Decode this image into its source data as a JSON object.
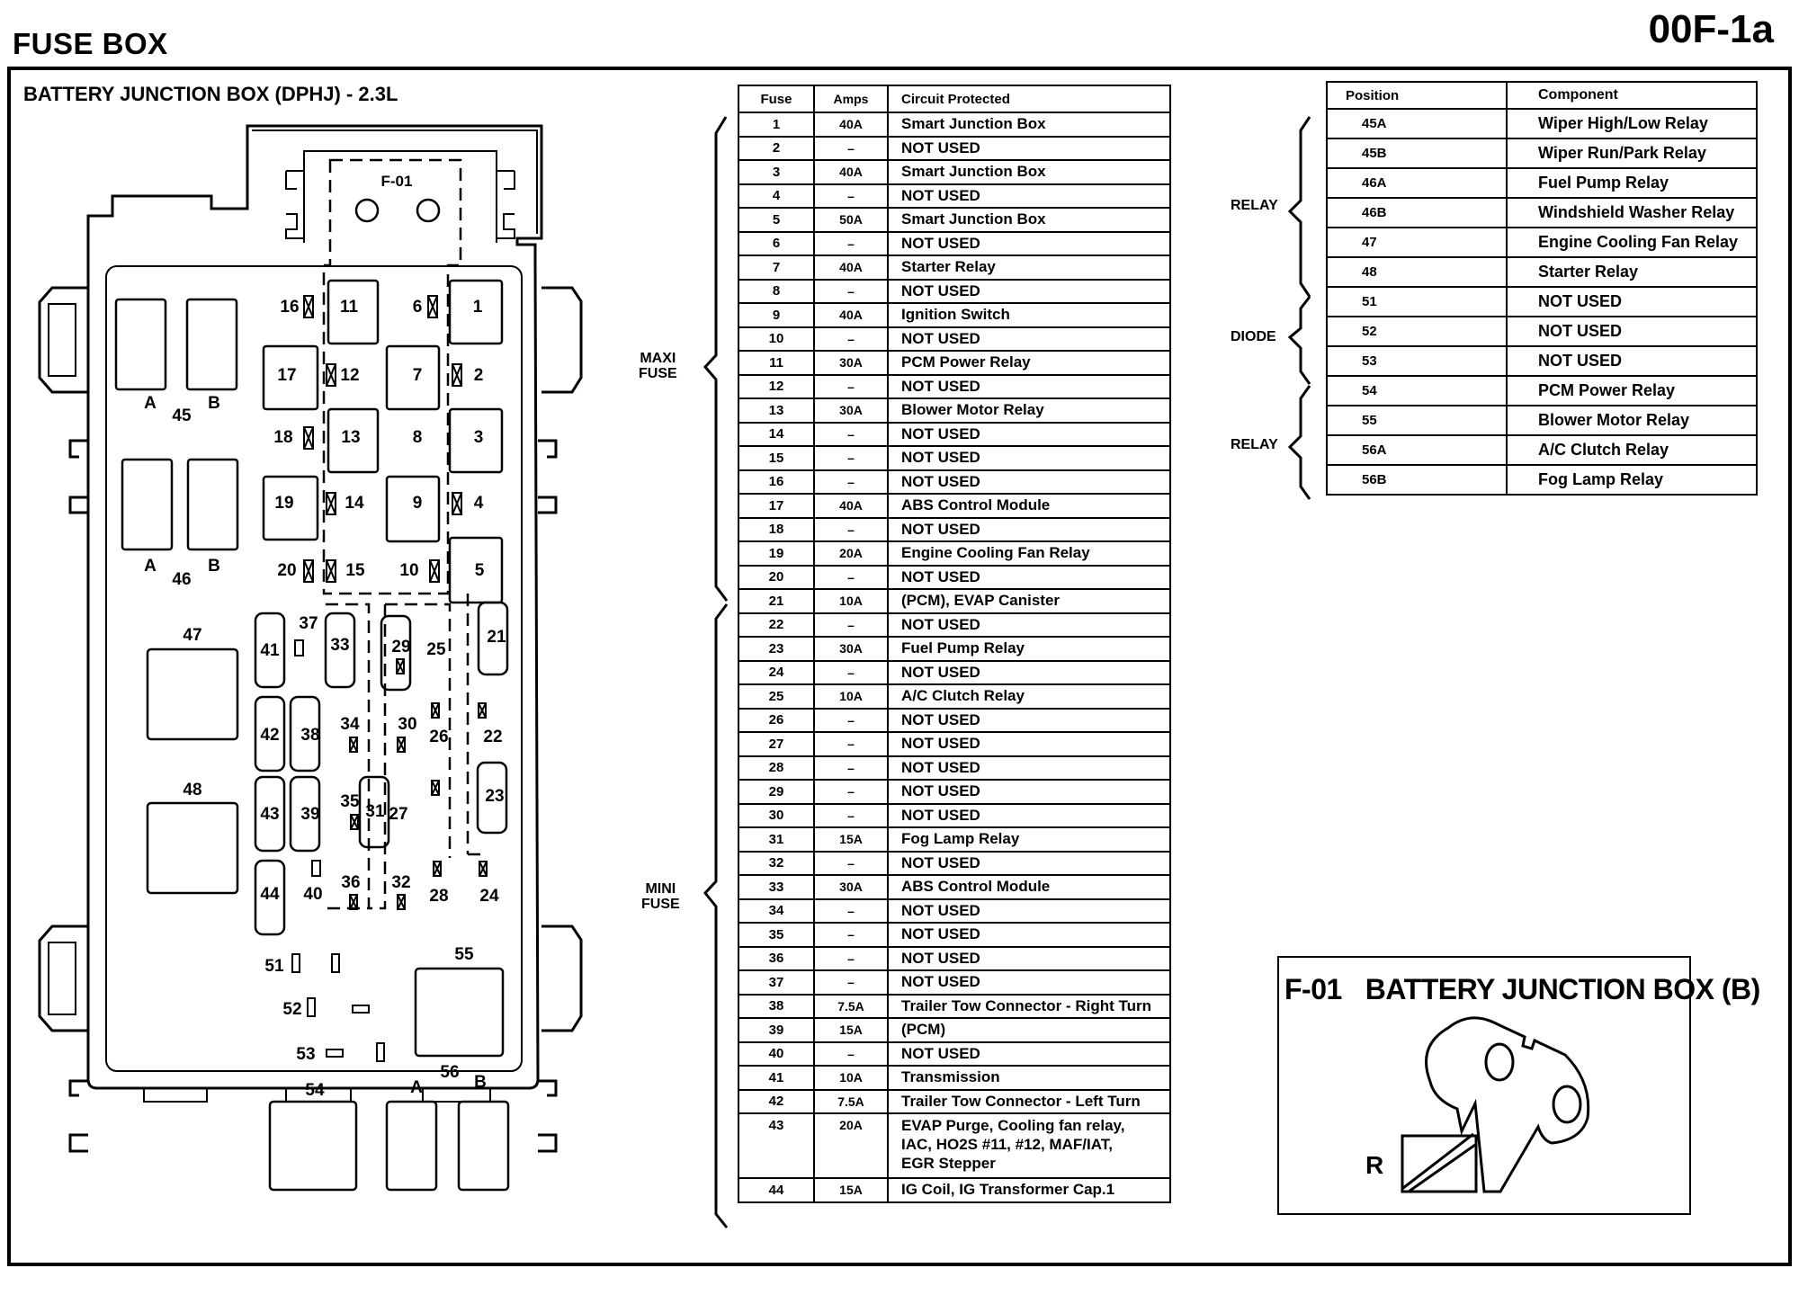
{
  "header": {
    "title": "FUSE BOX",
    "code": "00F-1a",
    "subtitle": "BATTERY JUNCTION BOX (DPHJ) - 2.3L"
  },
  "fuse_table": {
    "headers": [
      "Fuse",
      "Amps",
      "Circuit Protected"
    ],
    "rows": [
      {
        "fuse": "1",
        "amps": "40A",
        "circuit": "Smart Junction Box"
      },
      {
        "fuse": "2",
        "amps": "–",
        "circuit": "NOT USED"
      },
      {
        "fuse": "3",
        "amps": "40A",
        "circuit": "Smart Junction Box"
      },
      {
        "fuse": "4",
        "amps": "–",
        "circuit": "NOT USED"
      },
      {
        "fuse": "5",
        "amps": "50A",
        "circuit": "Smart Junction Box"
      },
      {
        "fuse": "6",
        "amps": "–",
        "circuit": "NOT USED"
      },
      {
        "fuse": "7",
        "amps": "40A",
        "circuit": "Starter Relay"
      },
      {
        "fuse": "8",
        "amps": "–",
        "circuit": "NOT USED"
      },
      {
        "fuse": "9",
        "amps": "40A",
        "circuit": "Ignition Switch"
      },
      {
        "fuse": "10",
        "amps": "–",
        "circuit": "NOT USED"
      },
      {
        "fuse": "11",
        "amps": "30A",
        "circuit": "PCM Power Relay"
      },
      {
        "fuse": "12",
        "amps": "–",
        "circuit": "NOT USED"
      },
      {
        "fuse": "13",
        "amps": "30A",
        "circuit": "Blower Motor Relay"
      },
      {
        "fuse": "14",
        "amps": "–",
        "circuit": "NOT USED"
      },
      {
        "fuse": "15",
        "amps": "–",
        "circuit": "NOT USED"
      },
      {
        "fuse": "16",
        "amps": "–",
        "circuit": "NOT USED"
      },
      {
        "fuse": "17",
        "amps": "40A",
        "circuit": "ABS Control Module"
      },
      {
        "fuse": "18",
        "amps": "–",
        "circuit": "NOT USED"
      },
      {
        "fuse": "19",
        "amps": "20A",
        "circuit": "Engine Cooling Fan Relay"
      },
      {
        "fuse": "20",
        "amps": "–",
        "circuit": "NOT USED"
      },
      {
        "fuse": "21",
        "amps": "10A",
        "circuit": "(PCM), EVAP Canister"
      },
      {
        "fuse": "22",
        "amps": "–",
        "circuit": "NOT USED"
      },
      {
        "fuse": "23",
        "amps": "30A",
        "circuit": "Fuel Pump Relay"
      },
      {
        "fuse": "24",
        "amps": "–",
        "circuit": "NOT USED"
      },
      {
        "fuse": "25",
        "amps": "10A",
        "circuit": "A/C Clutch Relay"
      },
      {
        "fuse": "26",
        "amps": "–",
        "circuit": "NOT USED"
      },
      {
        "fuse": "27",
        "amps": "–",
        "circuit": "NOT USED"
      },
      {
        "fuse": "28",
        "amps": "–",
        "circuit": "NOT USED"
      },
      {
        "fuse": "29",
        "amps": "–",
        "circuit": "NOT USED"
      },
      {
        "fuse": "30",
        "amps": "–",
        "circuit": "NOT USED"
      },
      {
        "fuse": "31",
        "amps": "15A",
        "circuit": "Fog Lamp Relay"
      },
      {
        "fuse": "32",
        "amps": "–",
        "circuit": "NOT USED"
      },
      {
        "fuse": "33",
        "amps": "30A",
        "circuit": "ABS Control Module"
      },
      {
        "fuse": "34",
        "amps": "–",
        "circuit": "NOT USED"
      },
      {
        "fuse": "35",
        "amps": "–",
        "circuit": "NOT USED"
      },
      {
        "fuse": "36",
        "amps": "–",
        "circuit": "NOT USED"
      },
      {
        "fuse": "37",
        "amps": "–",
        "circuit": "NOT USED"
      },
      {
        "fuse": "38",
        "amps": "7.5A",
        "circuit": "Trailer Tow Connector - Right Turn"
      },
      {
        "fuse": "39",
        "amps": "15A",
        "circuit": "(PCM)"
      },
      {
        "fuse": "40",
        "amps": "–",
        "circuit": "NOT USED"
      },
      {
        "fuse": "41",
        "amps": "10A",
        "circuit": "Transmission"
      },
      {
        "fuse": "42",
        "amps": "7.5A",
        "circuit": "Trailer Tow Connector - Left Turn"
      },
      {
        "fuse": "43",
        "amps": "20A",
        "circuit": "EVAP Purge, Cooling fan relay,\nIAC, HO2S #11, #12, MAF/IAT,\nEGR Stepper"
      },
      {
        "fuse": "44",
        "amps": "15A",
        "circuit": "IG Coil, IG Transformer Cap.1"
      }
    ],
    "groups": [
      {
        "label": "MAXI\nFUSE",
        "from": "1",
        "to": "20"
      },
      {
        "label": "MINI\nFUSE",
        "from": "21",
        "to": "44"
      }
    ]
  },
  "relay_table": {
    "headers": [
      "Position",
      "Component"
    ],
    "rows": [
      {
        "position": "45A",
        "component": "Wiper High/Low Relay"
      },
      {
        "position": "45B",
        "component": "Wiper Run/Park Relay"
      },
      {
        "position": "46A",
        "component": "Fuel Pump Relay"
      },
      {
        "position": "46B",
        "component": "Windshield Washer Relay"
      },
      {
        "position": "47",
        "component": "Engine Cooling Fan Relay"
      },
      {
        "position": "48",
        "component": "Starter Relay"
      },
      {
        "position": "51",
        "component": "NOT USED"
      },
      {
        "position": "52",
        "component": "NOT USED"
      },
      {
        "position": "53",
        "component": "NOT USED"
      },
      {
        "position": "54",
        "component": "PCM Power Relay"
      },
      {
        "position": "55",
        "component": "Blower Motor Relay"
      },
      {
        "position": "56A",
        "component": "A/C Clutch Relay"
      },
      {
        "position": "56B",
        "component": "Fog Lamp Relay"
      }
    ],
    "groups": [
      {
        "label": "RELAY",
        "from": "45A",
        "to": "48"
      },
      {
        "label": "DIODE",
        "from": "51",
        "to": "53"
      },
      {
        "label": "RELAY",
        "from": "54",
        "to": "56B"
      }
    ]
  },
  "legend": {
    "code": "F-01",
    "title": "BATTERY JUNCTION BOX (B)",
    "marker": "R"
  },
  "diagram": {
    "f01_label": "F-01",
    "labels": {
      "16": "16",
      "11": "11",
      "6": "6",
      "1": "1",
      "17": "17",
      "12": "12",
      "7": "7",
      "2": "2",
      "18": "18",
      "13": "13",
      "8": "8",
      "3": "3",
      "19": "19",
      "14": "14",
      "9": "9",
      "4": "4",
      "20": "20",
      "15": "15",
      "10": "10",
      "5": "5",
      "45": "45",
      "45A": "A",
      "45B": "B",
      "46": "46",
      "46A": "A",
      "46B": "B",
      "47": "47",
      "48": "48",
      "41": "41",
      "37": "37",
      "33": "33",
      "29": "29",
      "25": "25",
      "21": "21",
      "42": "42",
      "38": "38",
      "34": "34",
      "30": "30",
      "26": "26",
      "22": "22",
      "43": "43",
      "39": "39",
      "35": "35",
      "31": "31",
      "27": "27",
      "23": "23",
      "44": "44",
      "40": "40",
      "36": "36",
      "32": "32",
      "28": "28",
      "24": "24",
      "51": "51",
      "52": "52",
      "53": "53",
      "54": "54",
      "55": "55",
      "56": "56",
      "56A": "A",
      "56B": "B"
    }
  }
}
